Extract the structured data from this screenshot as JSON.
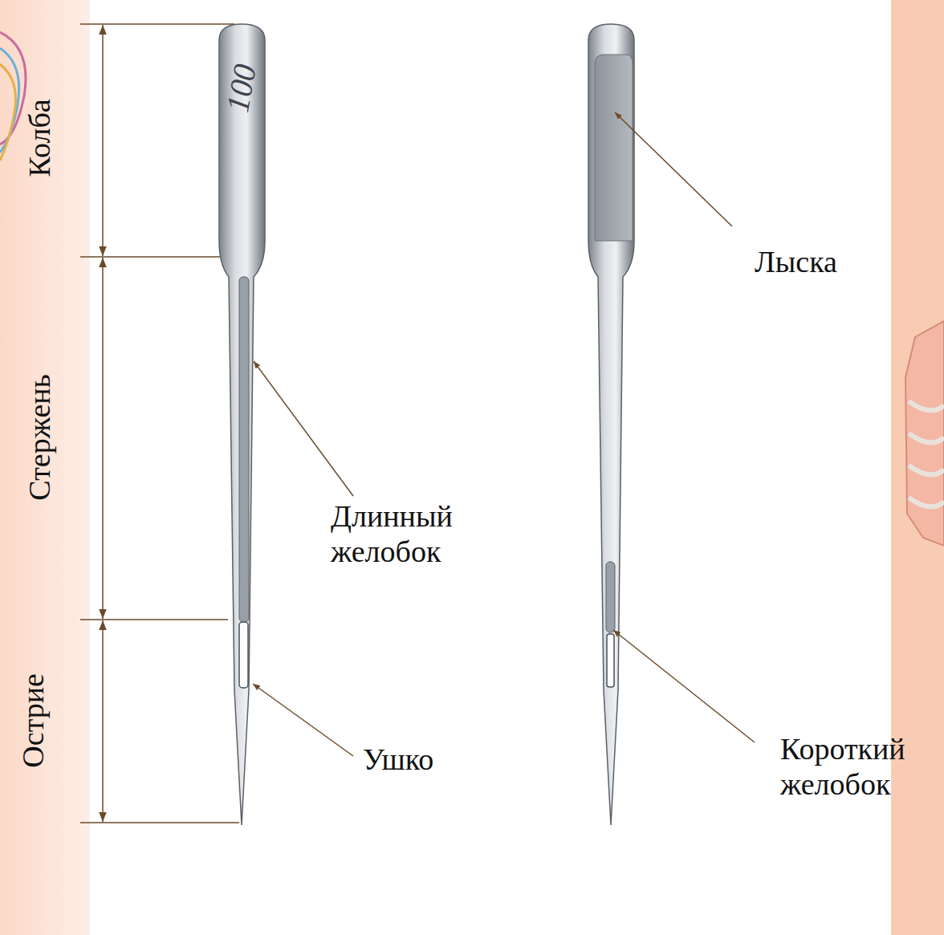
{
  "diagram": {
    "labels": [
      "Колба",
      "Стержень",
      "Острие",
      "100",
      "Лыска",
      "Длинный желобок",
      "Ушко",
      "Короткий желобок"
    ]
  }
}
